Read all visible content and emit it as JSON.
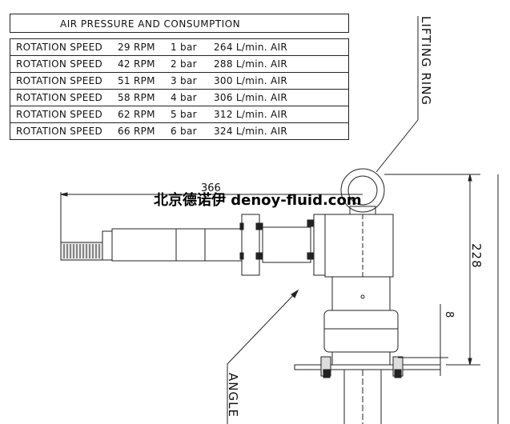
{
  "table": {
    "title": "AIR PRESSURE AND CONSUMPTION",
    "rows": [
      {
        "label": "ROTATION SPEED",
        "rpm": "29 RPM",
        "pressure": "1 bar",
        "consumption": "264 L/min. AIR"
      },
      {
        "label": "ROTATION SPEED",
        "rpm": "42 RPM",
        "pressure": "2 bar",
        "consumption": "288 L/min. AIR"
      },
      {
        "label": "ROTATION SPEED",
        "rpm": "51 RPM",
        "pressure": "3 bar",
        "consumption": "300 L/min. AIR"
      },
      {
        "label": "ROTATION SPEED",
        "rpm": "58 RPM",
        "pressure": "4 bar",
        "consumption": "306 L/min. AIR"
      },
      {
        "label": "ROTATION SPEED",
        "rpm": "62 RPM",
        "pressure": "5 bar",
        "consumption": "312 L/min. AIR"
      },
      {
        "label": "ROTATION SPEED",
        "rpm": "66 RPM",
        "pressure": "6 bar",
        "consumption": "324 L/min. AIR"
      }
    ]
  },
  "labels": {
    "lifting_ring": "LIFTING RING",
    "angle": "ANGLE"
  },
  "dimensions": {
    "width": "366",
    "height": "228",
    "small": "8"
  },
  "watermark": "北京德诺伊 denoy-fluid.com"
}
